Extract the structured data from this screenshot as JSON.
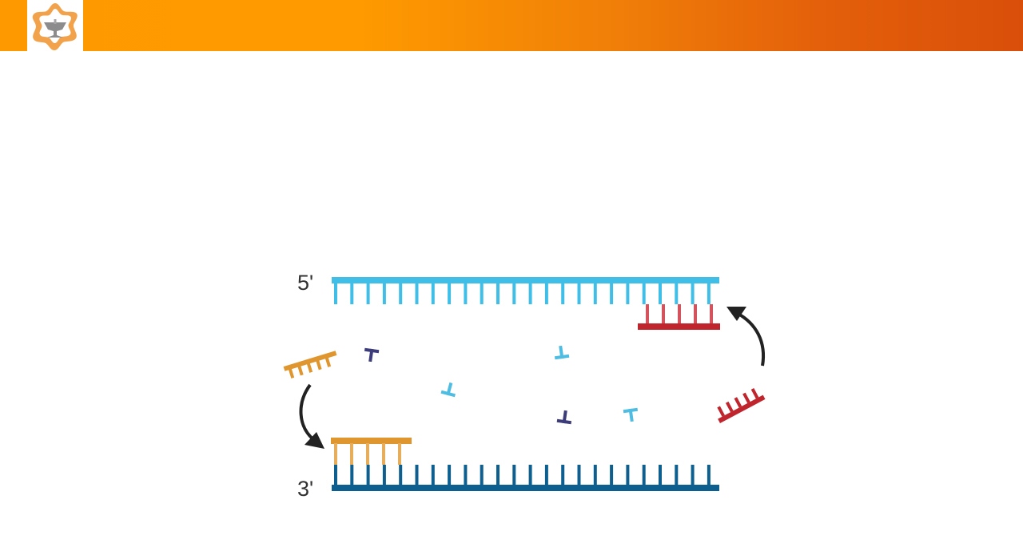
{
  "header": {
    "logo_icon": "star-mortar-pestle-logo-icon"
  },
  "diagram": {
    "top_strand_label": "5'",
    "bottom_strand_label": "3'",
    "free_nucleotide_letter": "T",
    "colors": {
      "top_strand": "#3fbfe8",
      "bottom_strand": "#0d5f8f",
      "orange_primer": "#e0962e",
      "red_primer": "#c0252d",
      "free_nucleotide_dark": "#3d3c7a",
      "free_nucleotide_light": "#4fbde2",
      "arrow": "#222222"
    }
  }
}
